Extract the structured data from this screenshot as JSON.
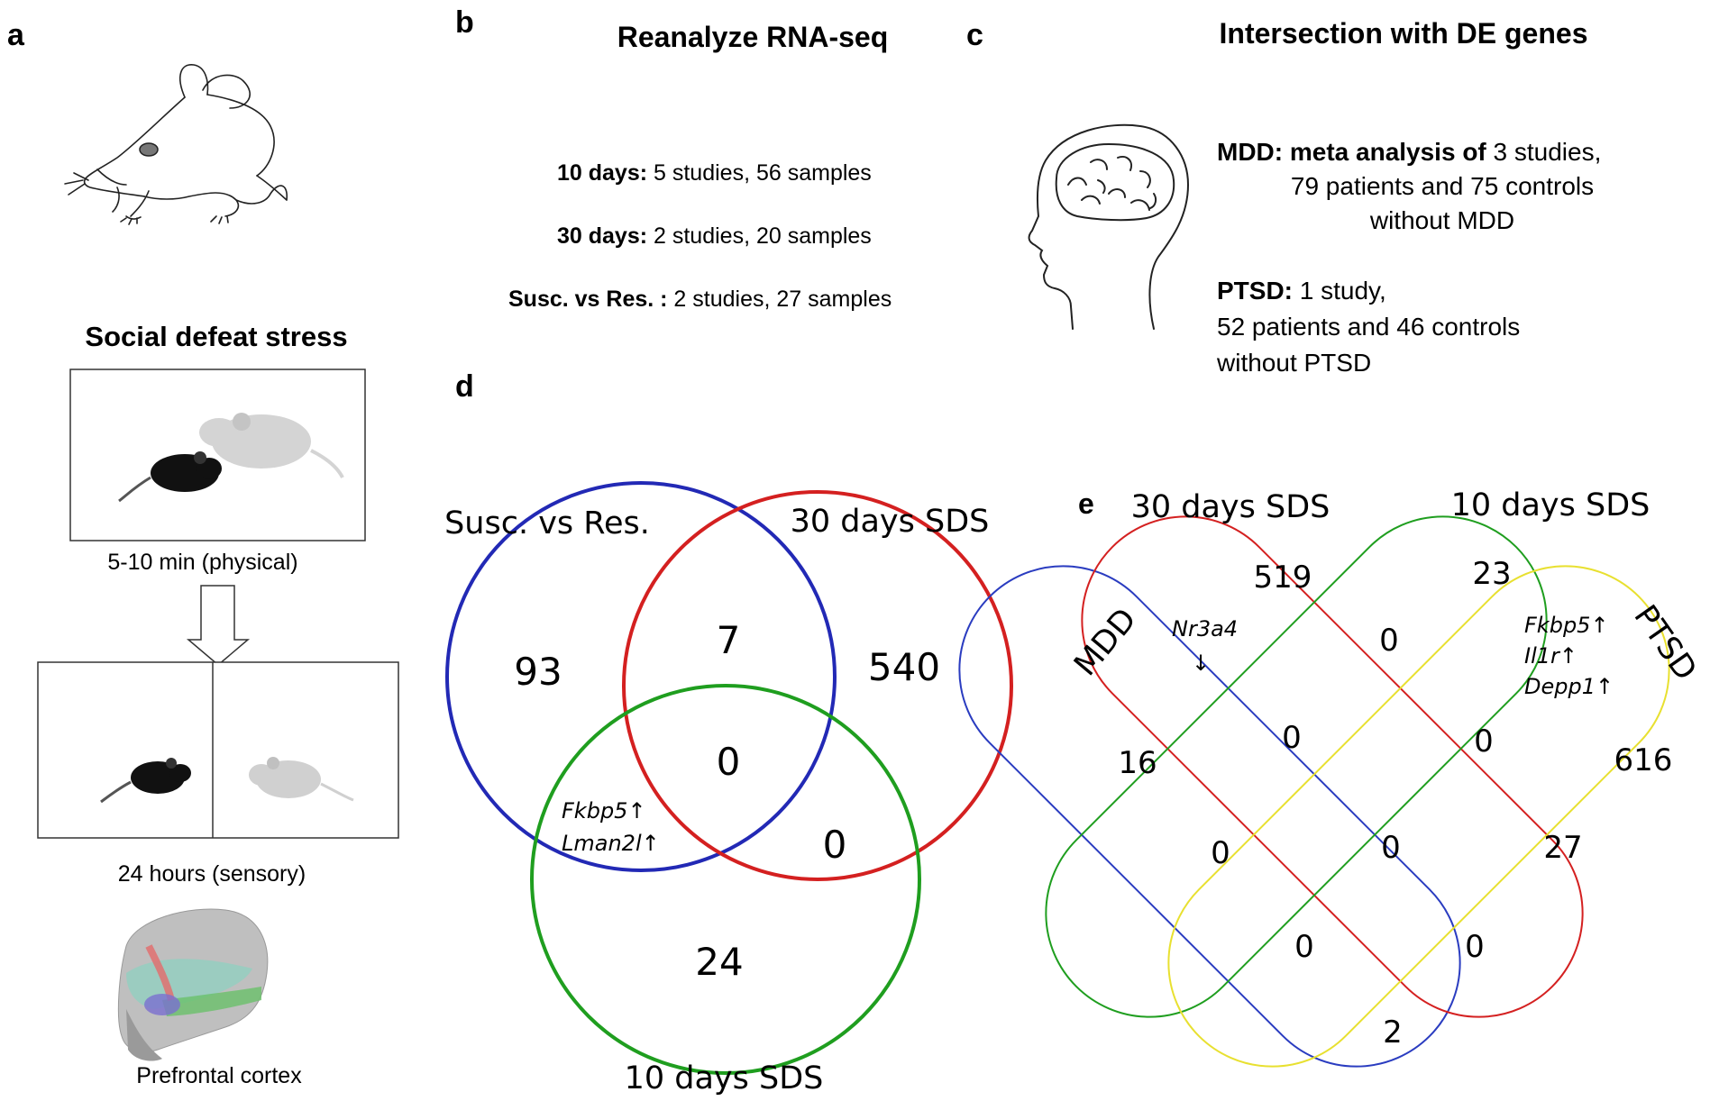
{
  "panel_a": {
    "letter": "a",
    "title": "Social defeat stress",
    "step1": "5-10 min (physical)",
    "step2": "24 hours (sensory)",
    "region": "Prefrontal cortex"
  },
  "panel_b": {
    "letter": "b",
    "title": "Reanalyze RNA-seq",
    "rows": [
      {
        "bold": "10 days:",
        "text": " 5 studies, 56 samples"
      },
      {
        "bold": "30 days:",
        "text": " 2 studies, 20 samples"
      },
      {
        "bold": "Susc. vs Res. :",
        "text": " 2 studies, 27 samples"
      }
    ]
  },
  "panel_c": {
    "letter": "c",
    "title": "Intersection with DE genes",
    "mdd_bold1": "MDD: meta analysis of",
    "mdd_rest1": " 3 studies,",
    "mdd_line2": "79 patients and 75 controls",
    "mdd_line3": "without MDD",
    "ptsd_bold": "PTSD:",
    "ptsd_rest1": " 1 study,",
    "ptsd_line2": "52 patients and 46 controls",
    "ptsd_line3": "without  PTSD"
  },
  "panel_d": {
    "letter": "d",
    "sets": [
      {
        "name": "Susc. vs Res.",
        "color": "#2229b5"
      },
      {
        "name": "30 days SDS",
        "color": "#d42020"
      },
      {
        "name": "10 days SDS",
        "color": "#1f9e1f"
      }
    ],
    "regions": {
      "susc_only": "93",
      "susc_30": "7",
      "only_30": "540",
      "all_three": "0",
      "days30_10": "0",
      "only_10": "24",
      "susc_10_genes": [
        "Fkbp5↑",
        "Lman2l↑"
      ]
    }
  },
  "panel_e": {
    "letter": "e",
    "sets": [
      {
        "name": "MDD",
        "color": "#2a3cc0"
      },
      {
        "name": "30 days SDS",
        "color": "#d42020"
      },
      {
        "name": "10 days SDS",
        "color": "#1f9e1f"
      },
      {
        "name": "PTSD",
        "color": "#e8e030"
      }
    ],
    "regions": {
      "only_30": "519",
      "only_10": "23",
      "only_mdd": "16",
      "only_ptsd": "616",
      "mdd_30": "Nr3a4",
      "mdd_30_arrow": "↓",
      "ptsd_10_genes": [
        "Fkbp5↑",
        "Il1r↑",
        "Depp1↑"
      ],
      "r_30_10": "0",
      "r_mdd_30_10": "0",
      "r_30_10_ptsd": "0",
      "r_mdd_10": "0",
      "r_all": "0",
      "r_30_ptsd": "27",
      "r_mdd_10_ptsd": "0",
      "r_mdd_30_ptsd": "0",
      "r_mdd_ptsd": "2"
    }
  }
}
